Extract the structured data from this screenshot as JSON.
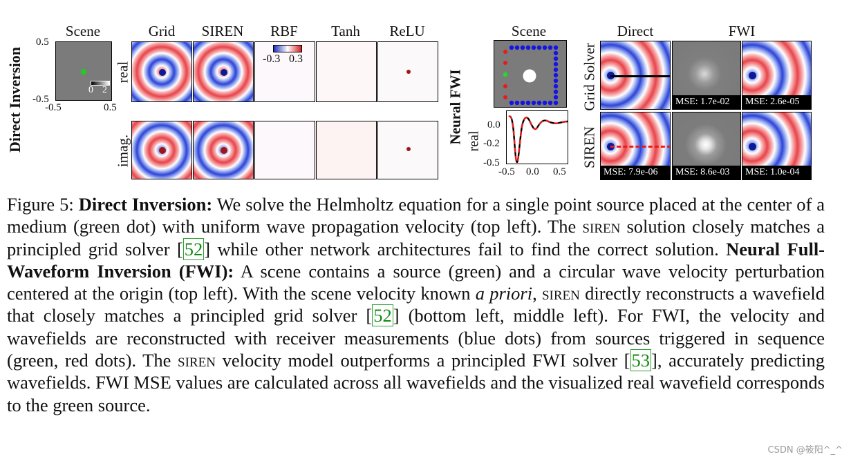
{
  "figure": {
    "left": {
      "row_label": "Direct Inversion",
      "scene": {
        "title": "Scene",
        "y_ticks": [
          "0.5",
          "-0.5"
        ],
        "x_ticks": [
          "-0.5",
          "0.5"
        ],
        "scale_ticks": [
          "0",
          "2"
        ]
      },
      "columns": [
        "Grid",
        "SIREN",
        "RBF",
        "Tanh",
        "ReLU"
      ],
      "rows": [
        "real",
        "imag."
      ],
      "colorbar_ticks": [
        "-0.3",
        "0.3"
      ]
    },
    "right": {
      "row_label": "Neural FWI",
      "scene": {
        "title": "Scene"
      },
      "plot": {
        "ylabel": "real",
        "y_ticks": [
          "0.0",
          "-0.2",
          "-0.5"
        ],
        "x_ticks": [
          "-0.5",
          "0.0",
          "0.5"
        ]
      },
      "columns": [
        "Direct",
        "FWI"
      ],
      "rows": [
        "Grid Solver",
        "SIREN"
      ],
      "mse": {
        "grid_mid": "MSE: 1.7e-02",
        "grid_right": "MSE: 2.6e-05",
        "siren_left": "MSE: 7.9e-06",
        "siren_mid": "MSE: 8.6e-03",
        "siren_right": "MSE: 1.0e-04"
      }
    }
  },
  "caption": {
    "p1": "Figure 5: ",
    "b1": "Direct Inversion:",
    "p2": " We solve the Helmholtz equation for a single point source placed at the center of a medium (green dot) with uniform wave propagation velocity (top left). The ",
    "sc1": "siren",
    "p3": " solution closely matches a principled grid solver [",
    "ref1": "52",
    "p4": "] while other network architectures fail to find the correct solution. ",
    "b2": "Neural Full-Waveform Inversion (FWI):",
    "p5": " A scene contains a source (green) and a circular wave velocity perturbation centered at the origin (top left). With the scene velocity known ",
    "it1": "a priori",
    "p6": ", ",
    "sc2": "siren",
    "p7": " directly reconstructs a wavefield that closely matches a principled grid solver [",
    "ref2": "52",
    "p8": "] (bottom left, middle left).  For FWI, the velocity and wavefields are reconstructed with receiver measurements (blue dots) from sources triggered in sequence (green, red dots). The ",
    "sc3": "siren",
    "p9": " velocity model outperforms a principled FWI solver [",
    "ref3": "53",
    "p10": "], accurately predicting wavefields. FWI MSE values are calculated across all wavefields and the visualized real wavefield corresponds to the green source."
  },
  "watermark": "CSDN @筱阳^_^",
  "colors": {
    "red": "#e8434a",
    "blue": "#2b43d8",
    "green": "#22cc22",
    "gray": "#7b7b7b",
    "ref_green": "#118811"
  }
}
